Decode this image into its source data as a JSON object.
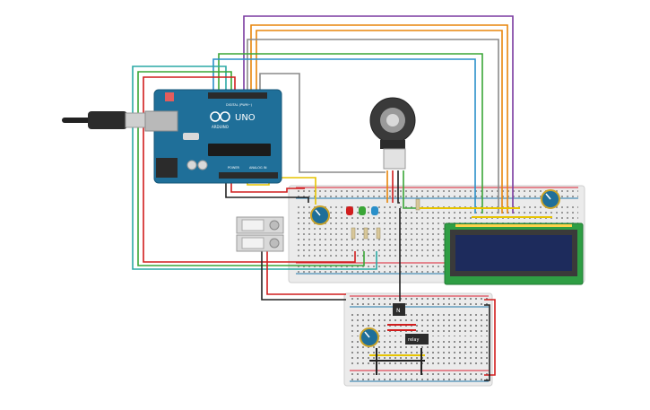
{
  "arduino": {
    "brand": "UNO",
    "label_digital": "DIGITAL (PWM~)",
    "label_power": "POWER",
    "label_analog": "ANALOG IN",
    "label_arduino": "ARDUINO"
  },
  "relay_ic": {
    "label": "relay"
  },
  "transistor": {
    "label": "N"
  },
  "colors": {
    "board_teal": "#1f6f99",
    "breadboard": "#e9e9e9",
    "lcd_green": "#2f9e44",
    "lcd_screen": "#1d2b5c",
    "wire_red": "#d11d1d",
    "wire_black": "#222222",
    "wire_orange": "#e8860b",
    "wire_purple": "#7a3aa0",
    "wire_green": "#3aa637",
    "wire_blue": "#2a8fc9",
    "wire_yellow": "#e6c300",
    "wire_gray": "#8a8a8a",
    "wire_teal": "#2aa9a5"
  }
}
